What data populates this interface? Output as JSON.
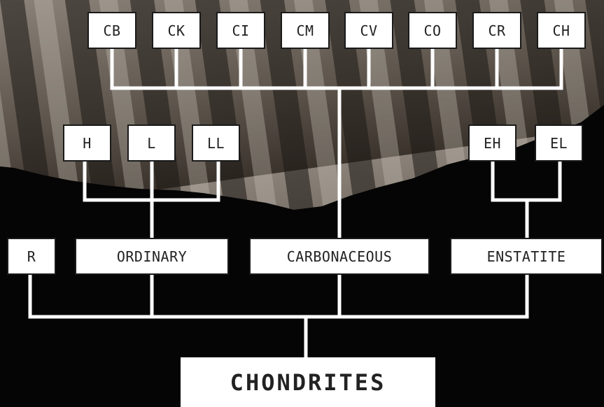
{
  "root": {
    "label": "CHONDRITES"
  },
  "groups": [
    {
      "label": "R"
    },
    {
      "label": "ORDINARY",
      "subgroups": [
        "H",
        "L",
        "LL"
      ]
    },
    {
      "label": "CARBONACEOUS",
      "subgroups": [
        "CB",
        "CK",
        "CI",
        "CM",
        "CV",
        "CO",
        "CR",
        "CH"
      ]
    },
    {
      "label": "ENSTATITE",
      "subgroups": [
        "EH",
        "EL"
      ]
    }
  ],
  "colors": {
    "background": "#050505",
    "box_fill": "#ffffff",
    "box_text": "#222222",
    "connector": "#ffffff",
    "rock": "#6b6257"
  }
}
